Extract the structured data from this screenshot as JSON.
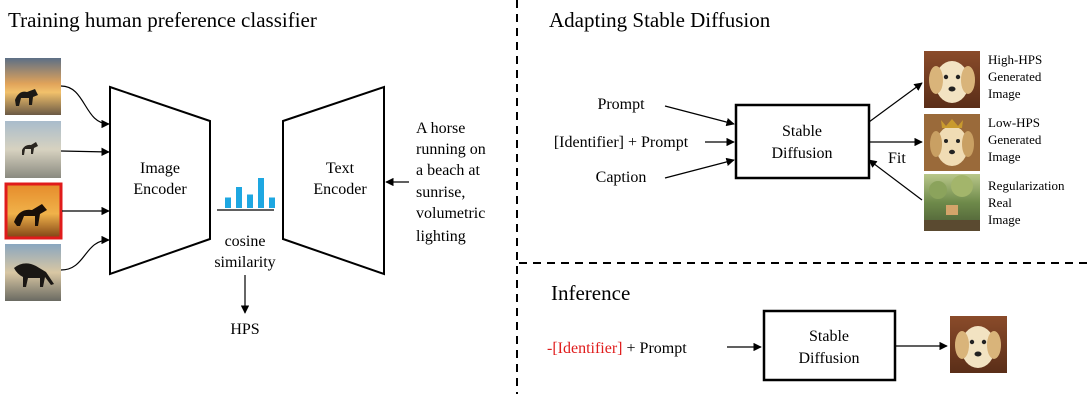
{
  "left_panel": {
    "title": "Training human preference classifier",
    "image_encoder_label": [
      "Image",
      "Encoder"
    ],
    "text_encoder_label": [
      "Text",
      "Encoder"
    ],
    "similarity_label": [
      "cosine",
      "similarity"
    ],
    "output_label": "HPS",
    "prompt_text": [
      "A horse",
      "running on",
      "a beach at",
      "sunrise,",
      "volumetric",
      "lighting"
    ],
    "similarity_bars": [
      0.35,
      0.7,
      0.45,
      1.0,
      0.35
    ],
    "bar_color": "#1ea7e1",
    "selected_image_border": "#e01b1b",
    "input_images": [
      "horse-beach-sunset-image",
      "horse-beach-morning-image",
      "horse-running-sunset-image",
      "horse-drinking-beach-image"
    ]
  },
  "right_top": {
    "title": "Adapting Stable Diffusion",
    "inputs": [
      "Prompt",
      "[Identifier] + Prompt",
      "Caption"
    ],
    "model_label": [
      "Stable",
      "Diffusion"
    ],
    "fit_label": "Fit",
    "outputs": [
      {
        "label": [
          "High-HPS",
          "Generated",
          "Image"
        ],
        "image": "golden-retriever-image"
      },
      {
        "label": [
          "Low-HPS",
          "Generated",
          "Image"
        ],
        "image": "dog-low-quality-image"
      },
      {
        "label": [
          "Regularization",
          "Real",
          "Image"
        ],
        "image": "painting-landscape-image"
      }
    ]
  },
  "right_bottom": {
    "title": "Inference",
    "input_prefix": "-[Identifier]",
    "input_suffix": " + Prompt",
    "prefix_color": "#e01b1b",
    "model_label": [
      "Stable",
      "Diffusion"
    ],
    "output_image": "golden-retriever-image"
  }
}
